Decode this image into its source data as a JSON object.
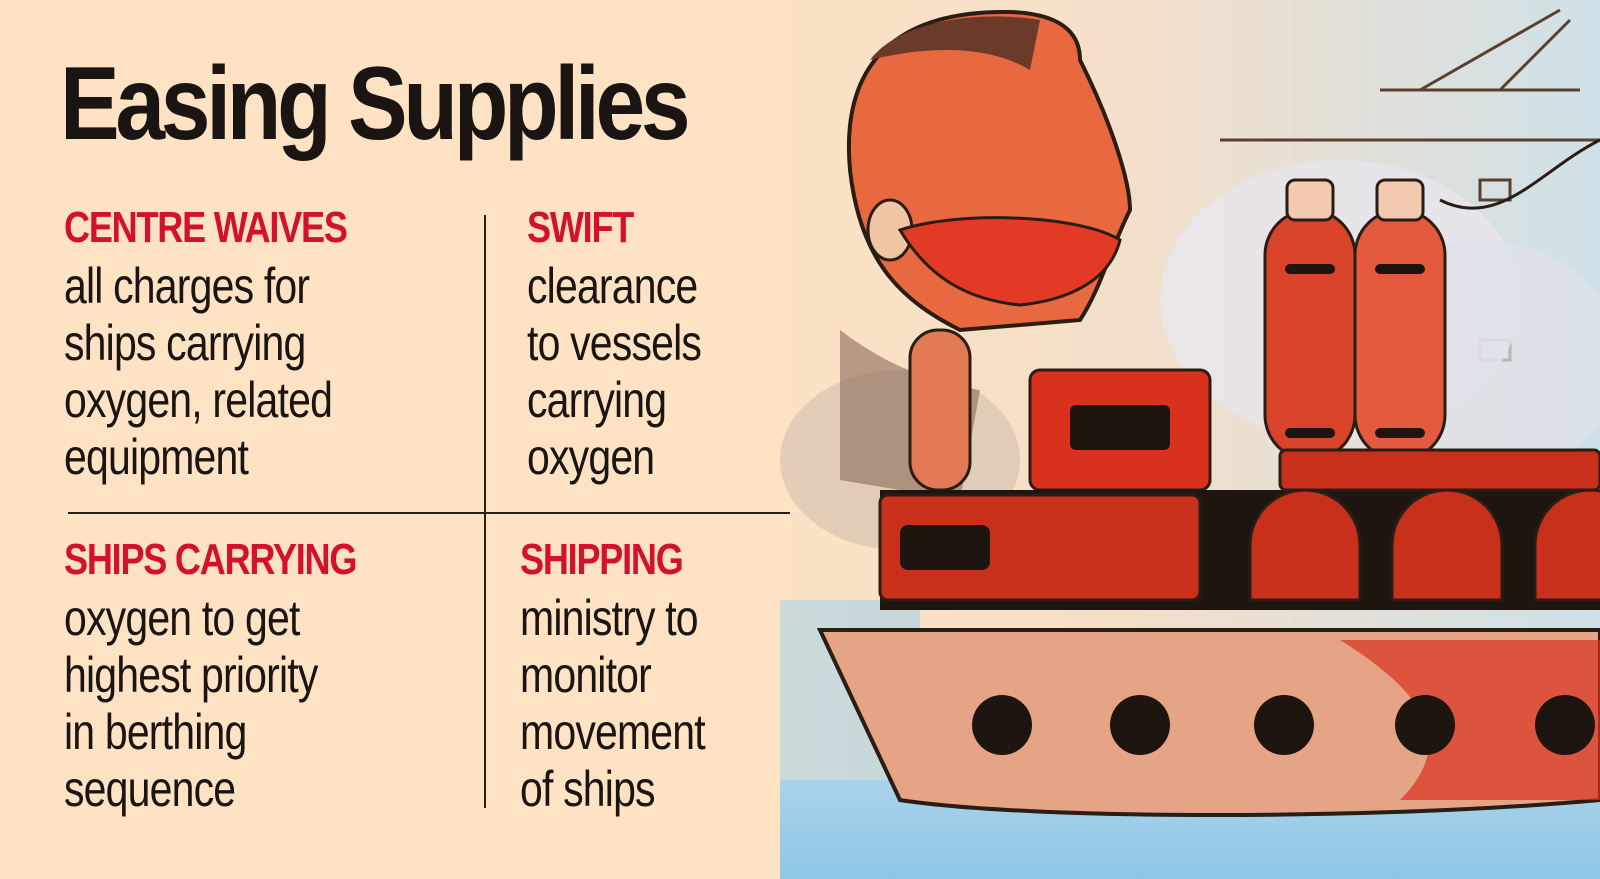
{
  "title": "Easing Supplies",
  "colors": {
    "background": "#fde2c4",
    "headline": "#d4112d",
    "text": "#1a1512",
    "divider": "#2a1d14"
  },
  "points": [
    {
      "heading": "CENTRE WAIVES",
      "lines": [
        "all charges for",
        "ships carrying",
        "oxygen, related",
        "equipment"
      ]
    },
    {
      "heading": "SWIFT",
      "lines": [
        "clearance",
        "to vessels",
        "carrying",
        "oxygen"
      ]
    },
    {
      "heading": "SHIPS CARRYING",
      "lines": [
        "oxygen to get",
        "highest priority",
        "in berthing",
        "sequence"
      ]
    },
    {
      "heading": "SHIPPING",
      "lines": [
        "ministry to",
        "monitor",
        "movement",
        "of ships"
      ]
    }
  ],
  "illustration": {
    "description": "Watercolor illustration of a masked worker beside a red ship carrying oxygen cylinders"
  }
}
